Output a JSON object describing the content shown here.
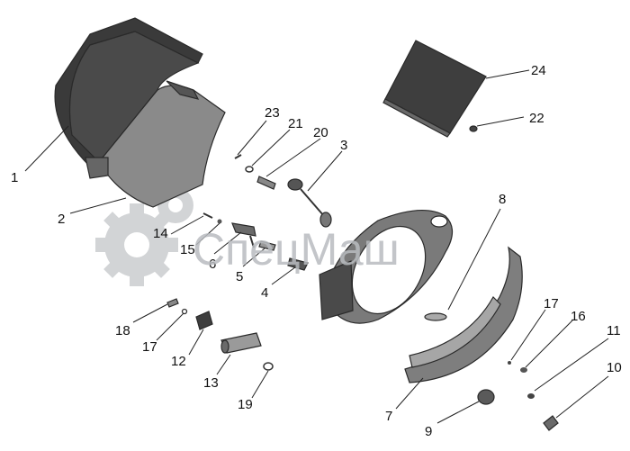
{
  "watermark": {
    "text": "СпецМаш"
  },
  "callouts": [
    "1",
    "2",
    "3",
    "4",
    "5",
    "6",
    "7",
    "8",
    "9",
    "10",
    "11",
    "12",
    "13",
    "14",
    "15",
    "16",
    "17",
    "17",
    "18",
    "19",
    "20",
    "21",
    "22",
    "23",
    "24"
  ]
}
